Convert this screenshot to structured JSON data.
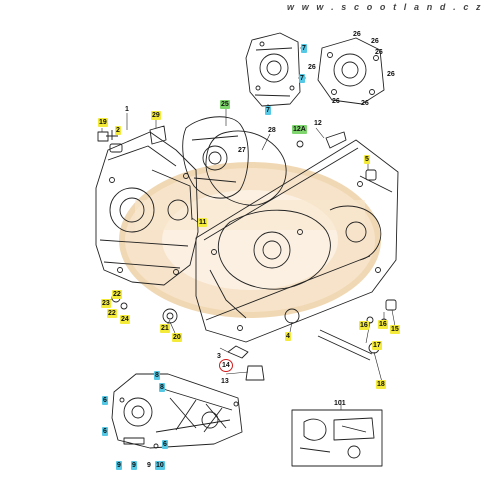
{
  "watermark": "w w w . s c o o t l a n d . c z",
  "callouts": {
    "c1": "1",
    "c2": "2",
    "c3": "3",
    "c4": "4",
    "c5": "5",
    "c6a": "6",
    "c6b": "6",
    "c6c": "6",
    "c7a": "7",
    "c7b": "7",
    "c7c": "7",
    "c8a": "8",
    "c8b": "8",
    "c9a": "9",
    "c9b": "9",
    "c9c": "9",
    "c10": "10",
    "c11": "11",
    "c12": "12",
    "c12a": "12A",
    "c13": "13",
    "c14": "14",
    "c15": "15",
    "c16a": "16",
    "c16b": "16",
    "c17": "17",
    "c18": "18",
    "c19": "19",
    "c20": "20",
    "c21": "21",
    "c22a": "22",
    "c22b": "22",
    "c23": "23",
    "c24": "24",
    "c25": "25",
    "c26a": "26",
    "c26b": "26",
    "c26c": "26",
    "c26d": "26",
    "c26e": "26",
    "c26f": "26",
    "c26g": "26",
    "c27": "27",
    "c28": "28",
    "c29": "29",
    "c101": "101"
  },
  "colors": {
    "highlight_yellow": "#f3ea3a",
    "highlight_green": "#7fd66f",
    "highlight_blue": "#55c8e6",
    "circle_red": "#d21c1c",
    "line": "#222222"
  }
}
